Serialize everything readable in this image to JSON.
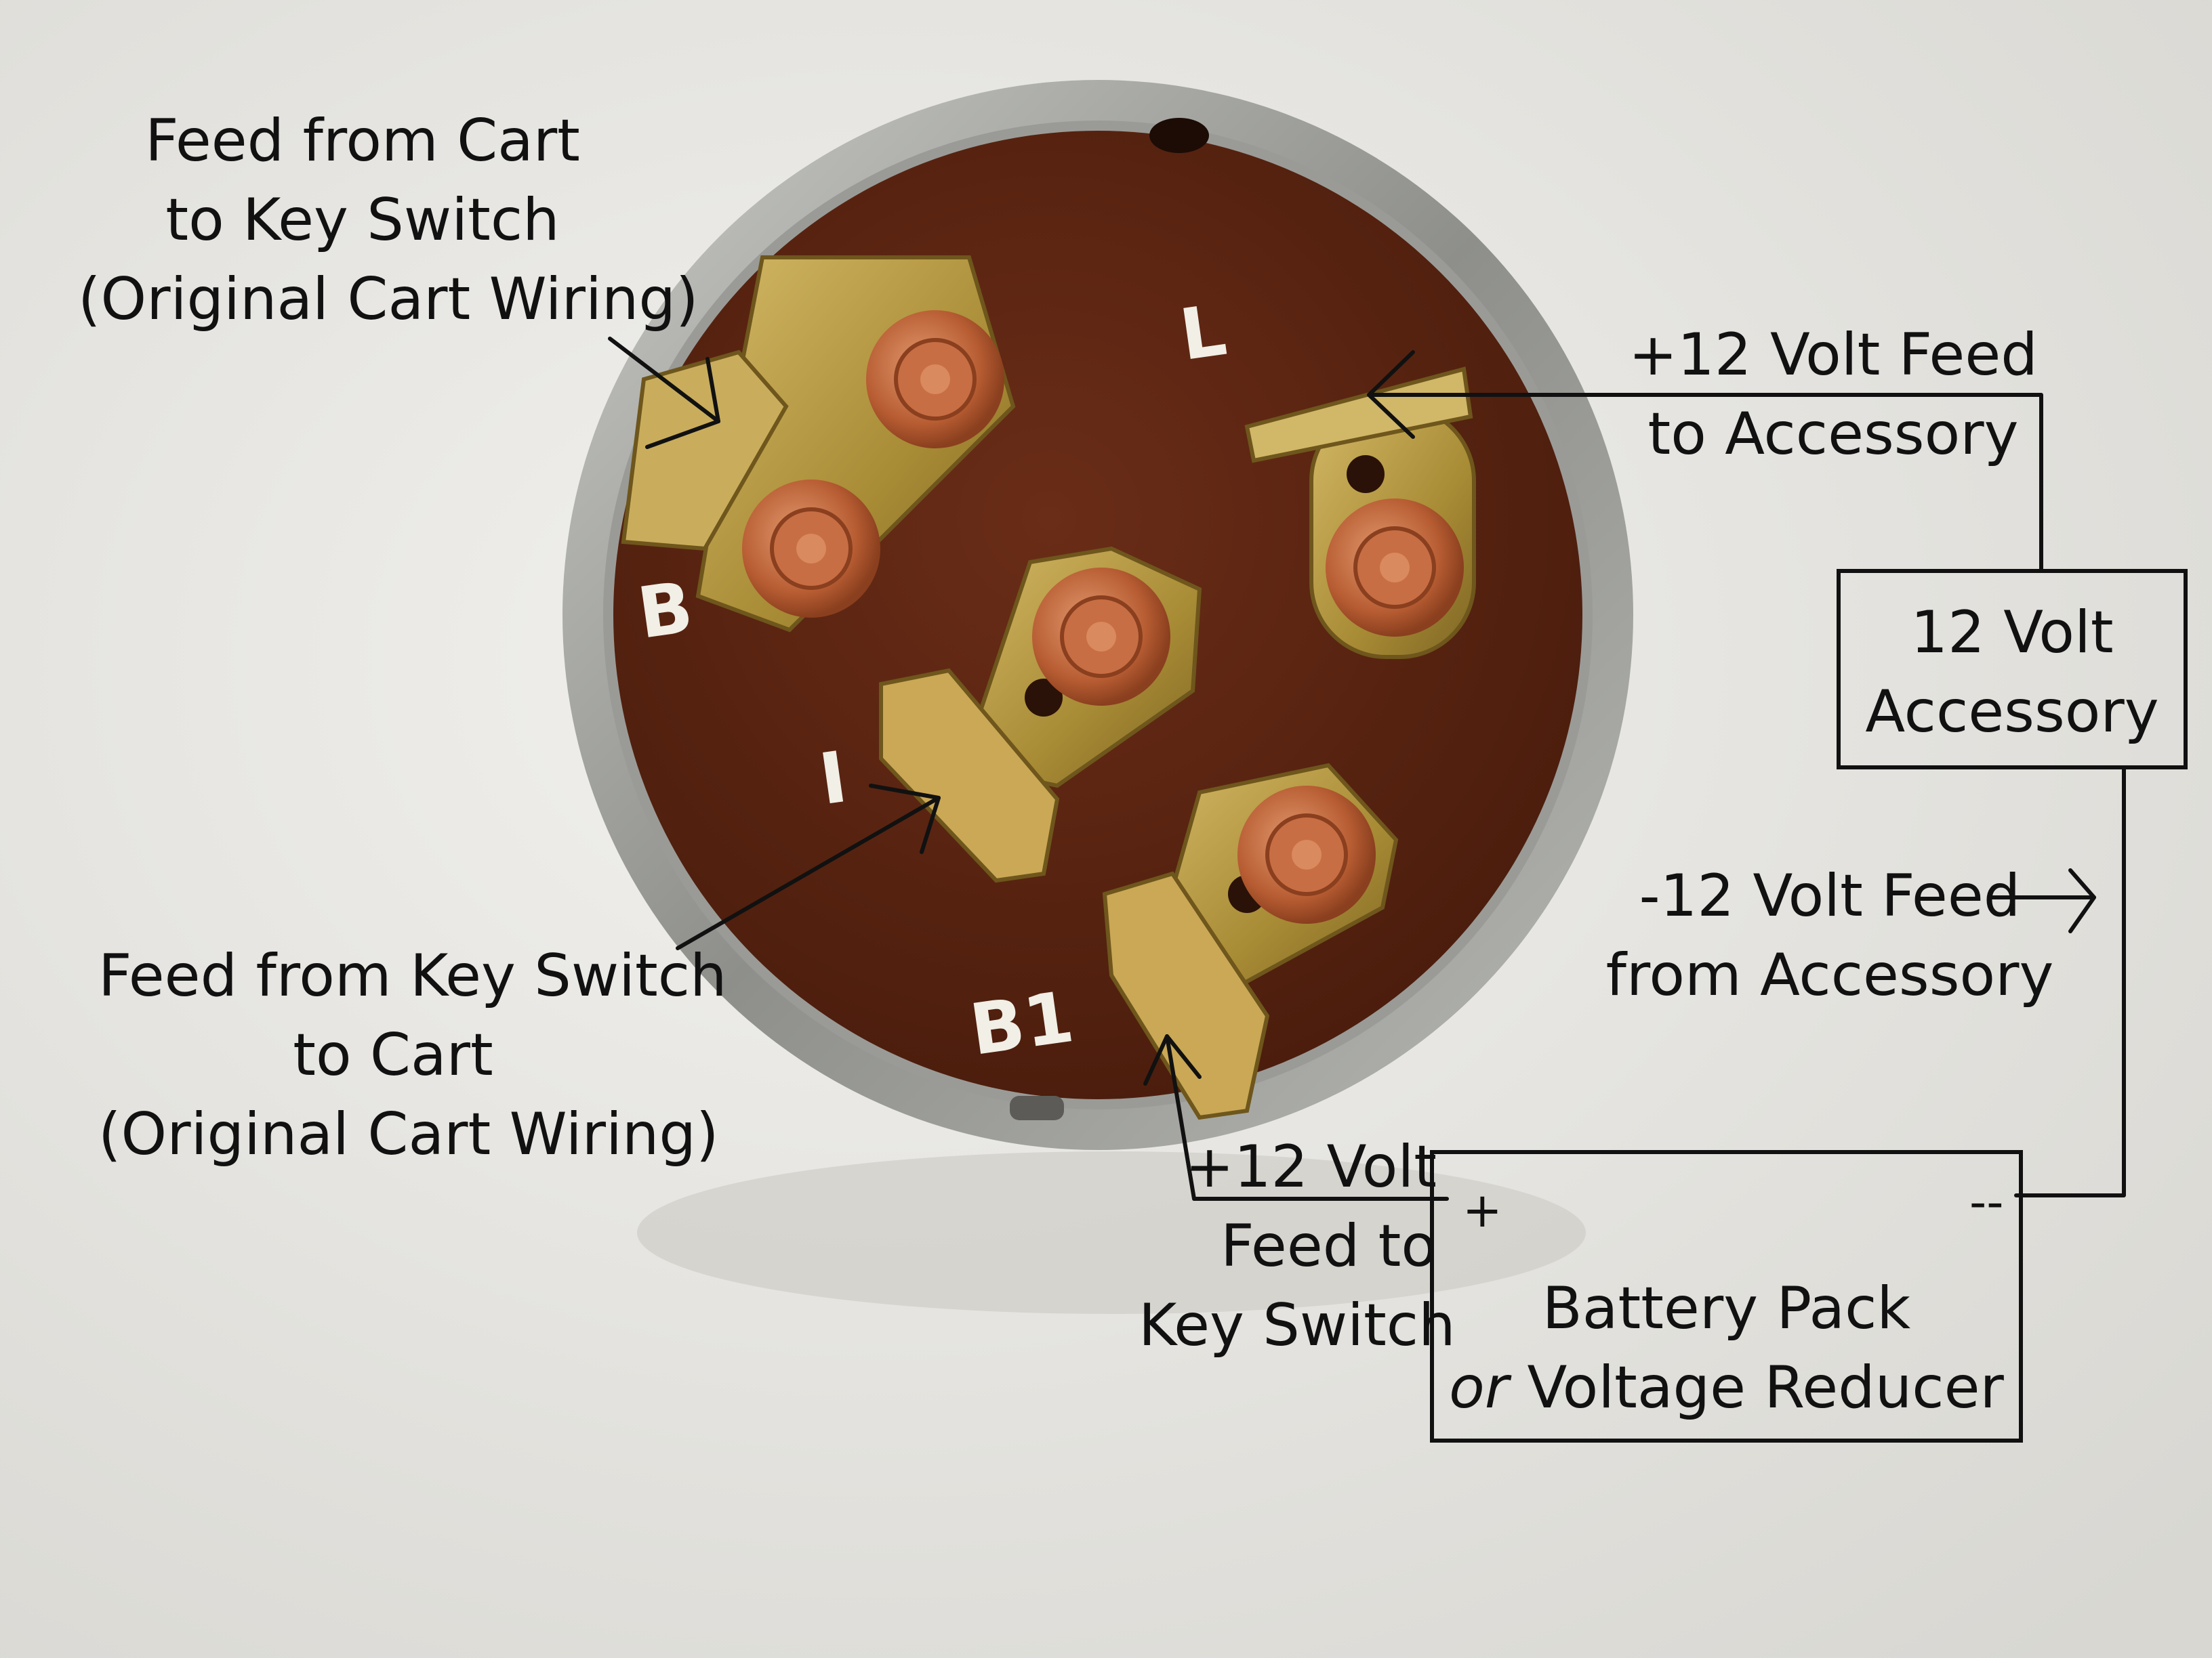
{
  "switch_terminals": {
    "b": "B",
    "l": "L",
    "i": "I",
    "b1": "B1"
  },
  "labels": {
    "feed_from_cart": [
      "Feed from Cart",
      "to Key Switch",
      "(Original Cart Wiring)"
    ],
    "feed_from_key_switch": [
      "Feed from Key Switch",
      "to Cart",
      "(Original Cart Wiring)"
    ],
    "plus_12_to_accessory": [
      "+12 Volt Feed",
      "to Accessory"
    ],
    "minus_12_from_accessory": [
      "-12 Volt Feed",
      "from Accessory"
    ],
    "plus_12_to_key_switch": [
      "+12 Volt",
      "Feed to",
      "Key Switch"
    ]
  },
  "accessory_box": {
    "lines": [
      "12 Volt",
      "Accessory"
    ]
  },
  "battery_box": {
    "line1": "Battery Pack",
    "line2_italic": "or",
    "line2_rest": " Voltage Reducer",
    "plus": "+",
    "minus": "--"
  },
  "colors": {
    "background": "#e9e8e4",
    "switch_face": "#5a2412",
    "rim": "#a8a9a6",
    "brass": "#b59a43",
    "copper": "#c0693e",
    "wire": "#111111"
  }
}
